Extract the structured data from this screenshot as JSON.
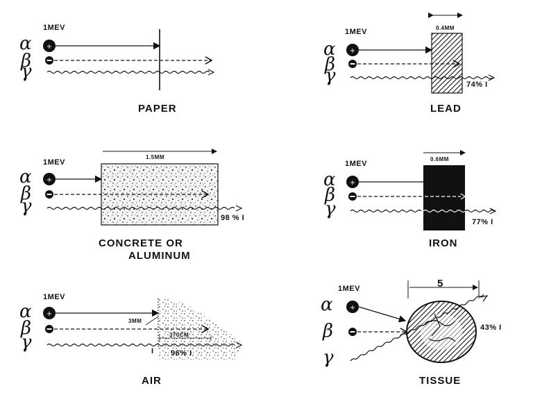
{
  "panels": [
    {
      "key": "paper",
      "title": "PAPER",
      "energy": "1MEV",
      "symbols": [
        "α",
        "β",
        "γ"
      ]
    },
    {
      "key": "lead",
      "title": "LEAD",
      "energy": "1MEV",
      "symbols": [
        "α",
        "β",
        "γ"
      ],
      "thickness": "0.4MM",
      "transmission": "74% I"
    },
    {
      "key": "concrete",
      "title_line1": "CONCRETE OR",
      "title_line2": "ALUMINUM",
      "energy": "1MEV",
      "symbols": [
        "α",
        "β",
        "γ"
      ],
      "thickness": "1.5MM",
      "transmission": "98 % I"
    },
    {
      "key": "iron",
      "title": "IRON",
      "energy": "1MEV",
      "symbols": [
        "α",
        "β",
        "γ"
      ],
      "thickness": "0.6MM",
      "transmission": "77% I"
    },
    {
      "key": "air",
      "title": "AIR",
      "energy": "1MEV",
      "symbols": [
        "α",
        "β",
        "γ"
      ],
      "alpha_range": "3MM",
      "beta_range": "370CM",
      "transmission": "96% I",
      "gamma_marker": "I"
    },
    {
      "key": "tissue",
      "title": "TISSUE",
      "energy": "1MEV",
      "symbols": [
        "α",
        "β",
        "γ"
      ],
      "thickness": "5",
      "transmission": "43% I"
    }
  ],
  "colors": {
    "ink": "#111111",
    "paper": "#ffffff"
  }
}
